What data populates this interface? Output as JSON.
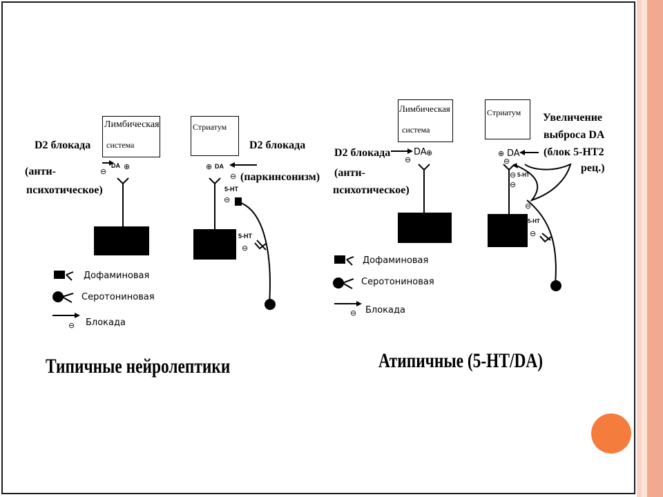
{
  "colors": {
    "accent_circle": "#f47c3c",
    "stripe_light": "#f9d3c4",
    "stripe_mid": "#f1a992",
    "border": "#1a1a1a"
  },
  "typical": {
    "limbic_box": [
      "Лимбическая",
      "система"
    ],
    "striatum_box": "Стриатум",
    "d2_left": "D2 блокада",
    "anti_lines": [
      "(анти-",
      "психотическое)"
    ],
    "d2_right": "D2 блокада",
    "parkinsonism": "(паркинсонизм)",
    "da": "DA",
    "da2": "DA",
    "ht_top": "5-HT",
    "ht_bottom": "5-HT",
    "title": "Типичные нейролептики",
    "legend": [
      "Дофаминовая",
      "Серотониновая",
      "Блокада"
    ]
  },
  "atypical": {
    "limbic_box": [
      "Лимбическая",
      "система"
    ],
    "striatum_box": "Стриатум",
    "d2": "D2 блокада",
    "anti_lines": [
      "(анти-",
      "психотическое)"
    ],
    "increase_lines": [
      "Увеличение",
      "выброса DA",
      "(блок 5-НТ2",
      "рец.)"
    ],
    "da": "DA",
    "da2": "DA",
    "ht_top": "5-HT",
    "ht_bottom": "5-HT",
    "title": "Атипичные (5-HT/DA)",
    "legend": [
      "Дофаминовая",
      "Серотониновая",
      "Блокада"
    ]
  }
}
